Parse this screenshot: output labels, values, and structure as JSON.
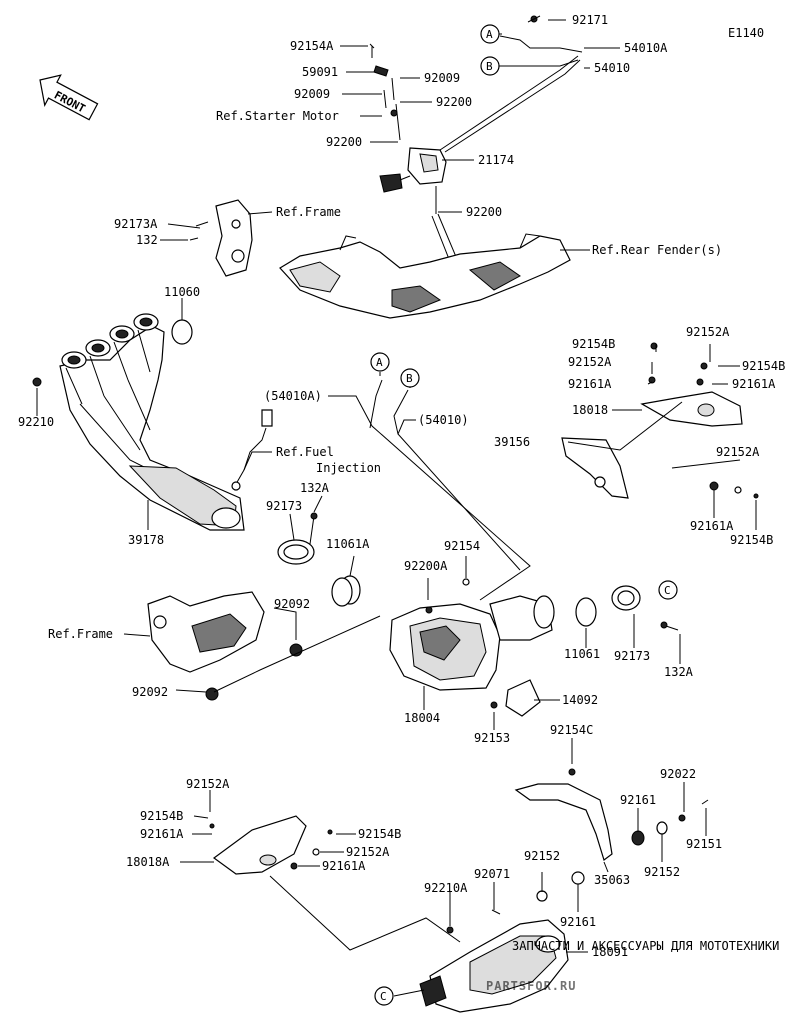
{
  "code": "E1140",
  "front": "FRONT",
  "labels": {
    "p92154A_top": "92154A",
    "p59091": "59091",
    "p92009_a": "92009",
    "p92009_b": "92009",
    "p92200_a": "92200",
    "ref_starter": "Ref.Starter Motor",
    "p92200_b": "92200",
    "p92171": "92171",
    "p54010A": "54010A",
    "p54010": "54010",
    "p21174": "21174",
    "p92200_c": "92200",
    "ref_frame_top": "Ref.Frame",
    "p92173A": "92173A",
    "p132_top": "132",
    "ref_rear_fender": "Ref.Rear Fender(s)",
    "p11060": "11060",
    "p92210": "92210",
    "p54010A_paren": "(54010A)",
    "p54010_paren": "(54010)",
    "ref_fuel_1": "Ref.Fuel",
    "ref_fuel_2": "Injection",
    "p132A_a": "132A",
    "p92173_a": "92173",
    "p39178": "39178",
    "p11061A": "11061A",
    "p92200A": "92200A",
    "p92154": "92154",
    "p92092_a": "92092",
    "ref_frame_mid": "Ref.Frame",
    "p92092_b": "92092",
    "p18004": "18004",
    "p92153": "92153",
    "p14092": "14092",
    "p11061": "11061",
    "p92173_b": "92173",
    "p132A_b": "132A",
    "p92154B_a": "92154B",
    "p92152A_a": "92152A",
    "p92152A_b": "92152A",
    "p92154B_b": "92154B",
    "p92161A_a": "92161A",
    "p92161A_b": "92161A",
    "p18018": "18018",
    "p39156": "39156",
    "p92152A_c": "92152A",
    "p92161A_c": "92161A",
    "p92154B_c": "92154B",
    "p92154C": "92154C",
    "p92022": "92022",
    "p92161_a": "92161",
    "p92151": "92151",
    "p92152_a": "92152",
    "p92152_b": "92152",
    "p35063": "35063",
    "p92161_b": "92161",
    "p92152A_d": "92152A",
    "p92154B_d": "92154B",
    "p92161A_d": "92161A",
    "p18018A": "18018A",
    "p92154B_e": "92154B",
    "p92152A_e": "92152A",
    "p92161A_e": "92161A",
    "p92210A": "92210A",
    "p92071": "92071",
    "p18091": "18091"
  },
  "callouts": {
    "a1": "A",
    "b1": "B",
    "a2": "A",
    "b2": "B",
    "c1": "C",
    "c2": "C"
  },
  "watermark": {
    "line1": "ЗАПЧАСТИ И АКСЕССУАРЫ ДЛЯ МОТОТЕХНИКИ",
    "line2": "PARTSFOR.RU"
  }
}
